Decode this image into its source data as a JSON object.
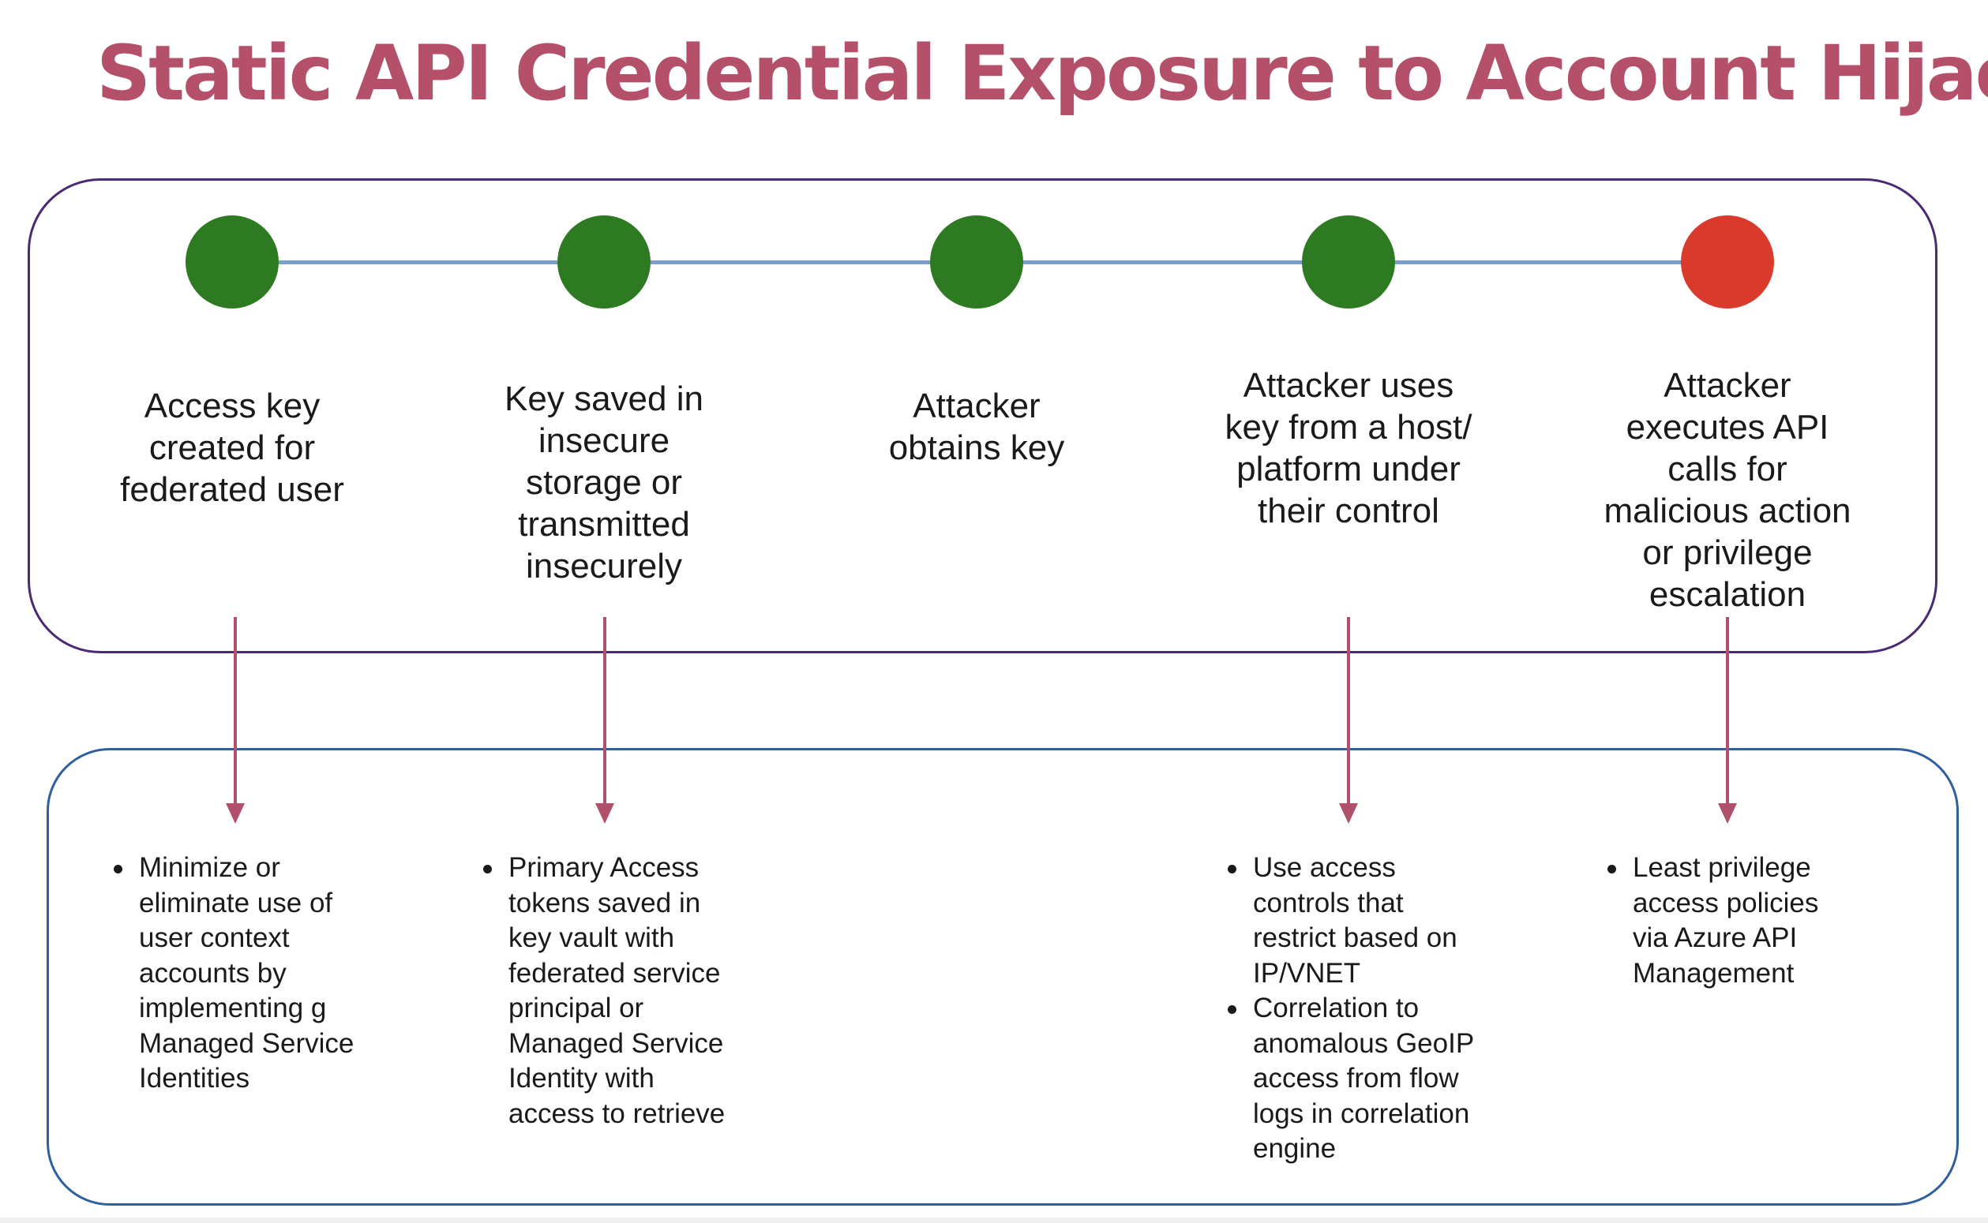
{
  "title": "Static API Credential Exposure to Account Hijack",
  "colors": {
    "title": "#b5506a",
    "node_ok": "#2d7a22",
    "node_alert": "#d93a2b",
    "arrow": "#b0506a"
  },
  "steps": [
    {
      "label": "Access key\ncreated for\nfederated user",
      "status": "ok"
    },
    {
      "label": "Key saved in\ninsecure\nstorage or\ntransmitted\ninsecurely",
      "status": "ok"
    },
    {
      "label": "Attacker\nobtains key",
      "status": "ok"
    },
    {
      "label": "Attacker uses\nkey from a host/\nplatform under\ntheir control",
      "status": "ok"
    },
    {
      "label": "Attacker\nexecutes API\ncalls for\nmalicious action\nor privilege\nescalation",
      "status": "alert"
    }
  ],
  "mitigations": [
    [
      "Minimize or\neliminate use of\nuser context\naccounts by\nimplementing g\nManaged Service\nIdentities"
    ],
    [
      "Primary Access\ntokens saved in\nkey vault with\nfederated service\nprincipal or\nManaged Service\nIdentity with\naccess to retrieve"
    ],
    [
      "Use access\ncontrols that\nrestrict based on\nIP/VNET",
      "Correlation to\nanomalous GeoIP\naccess from flow\nlogs in correlation\nengine"
    ],
    [
      "Least privilege\naccess policies\nvia Azure API\nManagement"
    ]
  ]
}
